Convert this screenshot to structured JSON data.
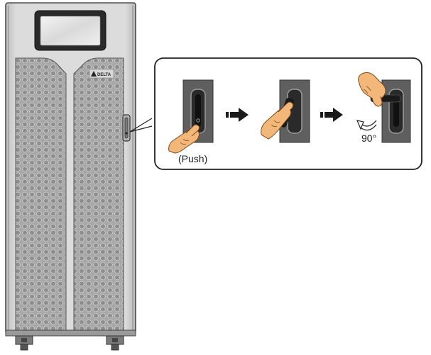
{
  "cabinet": {
    "brand_logo_text": "DELTA"
  },
  "callout": {
    "steps": [
      {
        "label": "(Push)"
      },
      {
        "label": ""
      },
      {
        "label": "90°"
      }
    ]
  },
  "colors": {
    "cabinet_body": "#d2d2d2",
    "cabinet_edge": "#5a5a5a",
    "mesh_panel": "#9a9a9a",
    "handle_panel": "#5f5f5f",
    "skin": "#f4b77a",
    "arrow": "#1a1a1a"
  }
}
